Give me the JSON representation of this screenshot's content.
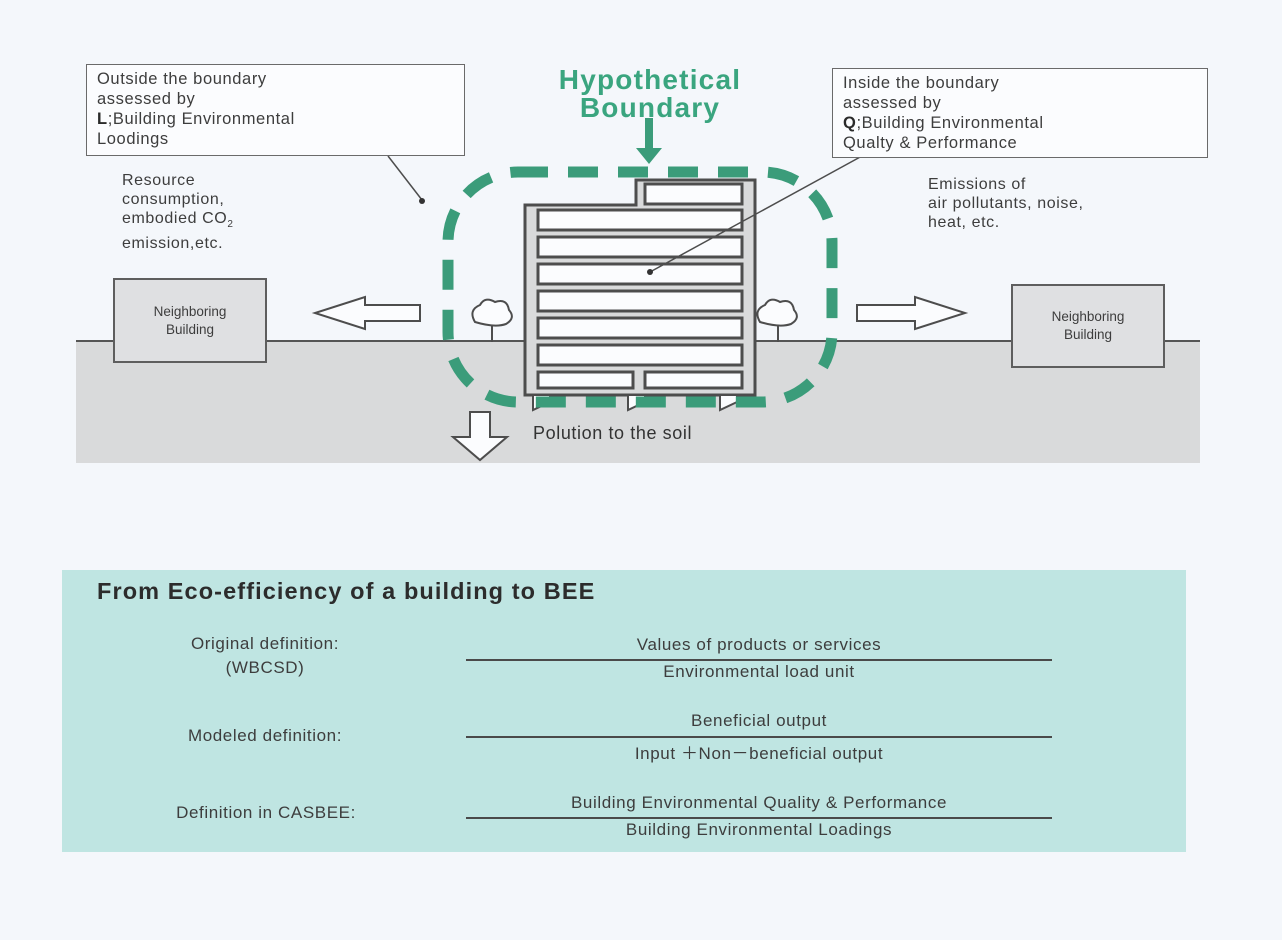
{
  "diagram": {
    "title": "Hypothetical Boundary",
    "outside_callout": {
      "line1": "Outside the boundary",
      "line2": "assessed by",
      "letter": "L",
      "line3": ";Building Environmental",
      "line4": "Loodings"
    },
    "inside_callout": {
      "line1": "Inside the boundary",
      "line2": "assessed by",
      "letter": "Q",
      "line3": ";Building Environmental",
      "line4": "Qualty & Performance"
    },
    "left_text": {
      "line1": "Resource",
      "line2": "consumption,",
      "line3": "embodied CO",
      "line3_sub": "2",
      "line4": "emission,etc."
    },
    "right_text": {
      "line1": "Emissions of",
      "line2": "air pollutants, noise,",
      "line3": "heat, etc."
    },
    "neighbor_left": {
      "line1": "Neighboring",
      "line2": "Building"
    },
    "neighbor_right": {
      "line1": "Neighboring",
      "line2": "Building"
    },
    "soil_label": "Polution to the soil",
    "colors": {
      "boundary": "#3b9c7a",
      "ground": "#d9dadb",
      "panel": "#bfe5e2"
    }
  },
  "eco": {
    "title": "From Eco-efficiency of a building to BEE",
    "rows": [
      {
        "label_line1": "Original definition:",
        "label_line2": "(WBCSD)",
        "numerator": "Values of products or services",
        "denominator": "Environmental load unit"
      },
      {
        "label_line1": "Modeled definition:",
        "label_line2": "",
        "numerator": "Beneficial output",
        "denominator": "Input ＋Non－beneficial output"
      },
      {
        "label_line1": "Definition in CASBEE:",
        "label_line2": "",
        "numerator": "Building Environmental Quality & Performance",
        "denominator": "Building Environmental Loadings"
      }
    ]
  }
}
